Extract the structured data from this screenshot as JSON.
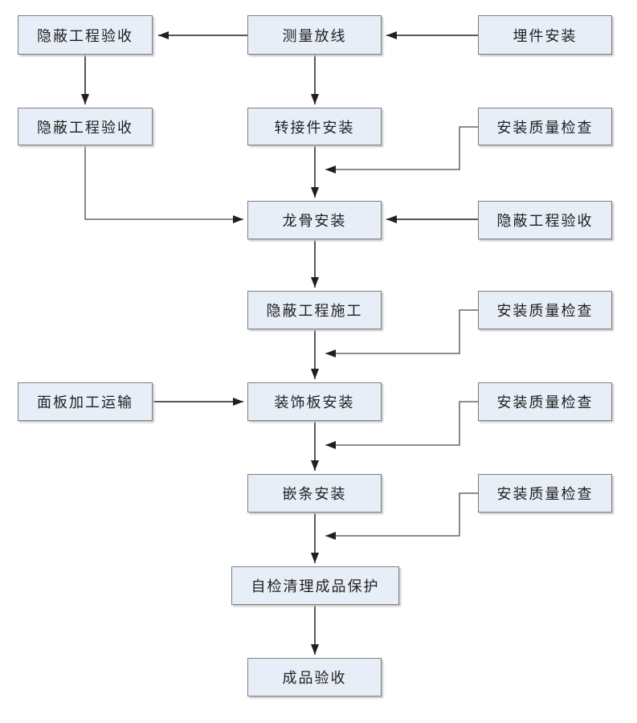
{
  "diagram": {
    "type": "flowchart",
    "background": "#ffffff",
    "colors": {
      "node_fill": "#e8eef7",
      "node_border": "#7f7f7f",
      "connector": "#1f1f1f",
      "elbow_connector": "#4a4a4a",
      "text": "#1f1f1f"
    },
    "nodes": [
      {
        "id": "hidden-acceptance-top",
        "label": "隐蔽工程验收"
      },
      {
        "id": "survey-layout",
        "label": "测量放线"
      },
      {
        "id": "embed-install",
        "label": "埋件安装"
      },
      {
        "id": "hidden-acceptance-left",
        "label": "隐蔽工程验收"
      },
      {
        "id": "adapter-install",
        "label": "转接件安装"
      },
      {
        "id": "quality-check-1",
        "label": "安装质量检查"
      },
      {
        "id": "keel-install",
        "label": "龙骨安装"
      },
      {
        "id": "hidden-acceptance-right",
        "label": "隐蔽工程验收"
      },
      {
        "id": "hidden-work-construction",
        "label": "隐蔽工程施工"
      },
      {
        "id": "quality-check-2",
        "label": "安装质量检查"
      },
      {
        "id": "panel-processing",
        "label": "面板加工运输"
      },
      {
        "id": "decorative-panel-install",
        "label": "装饰板安装"
      },
      {
        "id": "quality-check-3",
        "label": "安装质量检查"
      },
      {
        "id": "trim-install",
        "label": "嵌条安装"
      },
      {
        "id": "quality-check-4",
        "label": "安装质量检查"
      },
      {
        "id": "self-check-cleanup",
        "label": "自检清理成品保护"
      },
      {
        "id": "finished-acceptance",
        "label": "成品验收"
      }
    ],
    "edges": [
      {
        "from": "survey-layout",
        "to": "hidden-acceptance-top",
        "style": "straight"
      },
      {
        "from": "embed-install",
        "to": "survey-layout",
        "style": "straight"
      },
      {
        "from": "hidden-acceptance-top",
        "to": "hidden-acceptance-left",
        "style": "straight"
      },
      {
        "from": "survey-layout",
        "to": "adapter-install",
        "style": "straight"
      },
      {
        "from": "adapter-install",
        "to": "keel-install",
        "style": "straight"
      },
      {
        "from": "quality-check-1",
        "to": "keel-install",
        "style": "elbow"
      },
      {
        "from": "hidden-acceptance-left",
        "to": "keel-install",
        "style": "elbow"
      },
      {
        "from": "hidden-acceptance-right",
        "to": "keel-install",
        "style": "straight"
      },
      {
        "from": "keel-install",
        "to": "hidden-work-construction",
        "style": "straight"
      },
      {
        "from": "quality-check-2",
        "to": "decorative-panel-install",
        "style": "elbow"
      },
      {
        "from": "hidden-work-construction",
        "to": "decorative-panel-install",
        "style": "straight"
      },
      {
        "from": "panel-processing",
        "to": "decorative-panel-install",
        "style": "straight"
      },
      {
        "from": "quality-check-3",
        "to": "trim-install",
        "style": "elbow"
      },
      {
        "from": "decorative-panel-install",
        "to": "trim-install",
        "style": "straight"
      },
      {
        "from": "quality-check-4",
        "to": "self-check-cleanup",
        "style": "elbow"
      },
      {
        "from": "trim-install",
        "to": "self-check-cleanup",
        "style": "straight"
      },
      {
        "from": "self-check-cleanup",
        "to": "finished-acceptance",
        "style": "straight"
      }
    ]
  }
}
